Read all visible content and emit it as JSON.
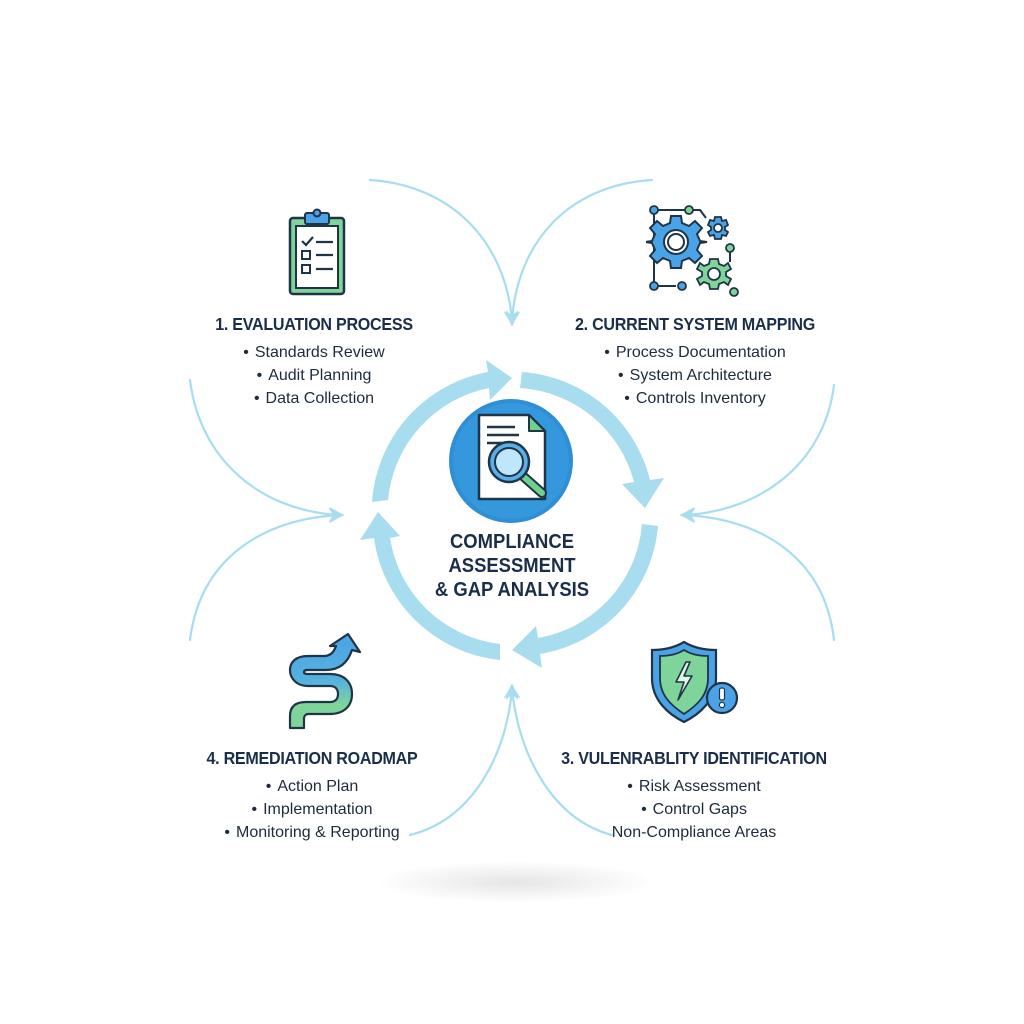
{
  "diagram": {
    "center": {
      "icon": "document-magnifier-icon",
      "title_lines": [
        "COMPLIANCE",
        "ASSESSMENT",
        "& GAP ANALYSIS"
      ]
    },
    "sections": [
      {
        "id": "evaluation",
        "icon": "clipboard-checklist-icon",
        "title": "1. EVALUATION PROCESS",
        "items": [
          "Standards Review",
          "Audit Planning",
          "Data Collection"
        ]
      },
      {
        "id": "mapping",
        "icon": "gears-network-icon",
        "title": "2. CURRENT SYSTEM MAPPING",
        "items": [
          "Process Documentation",
          "System Architecture",
          "Controls Inventory"
        ]
      },
      {
        "id": "vulnerability",
        "icon": "shield-warning-icon",
        "title": "3. VULENRABLITY IDENTIFICATION",
        "items": [
          "Risk Assessment",
          "Control Gaps",
          "Non-Compliance Areas"
        ],
        "bullets": [
          true,
          true,
          false
        ]
      },
      {
        "id": "remediation",
        "icon": "winding-arrow-icon",
        "title": "4. REMEDIATION ROADMAP",
        "items": [
          "Action Plan",
          "Implementation",
          "Monitoring & Reporting"
        ]
      }
    ],
    "bullet_char": "•",
    "colors": {
      "arrow": "#a8dcef",
      "text_dark": "#1a2e4a",
      "icon_blue": "#4aa3e6",
      "center_circle": "#2f8fd6",
      "icon_green": "#7fd49a",
      "outline": "#1f3547"
    }
  }
}
